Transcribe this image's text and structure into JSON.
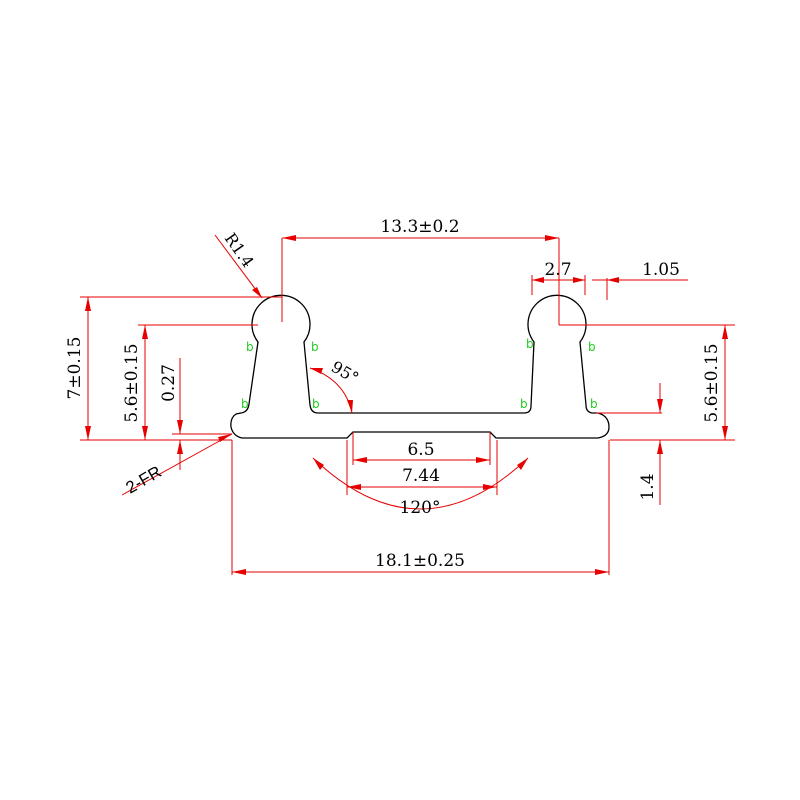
{
  "dimensions": {
    "top_width": "13.3±0.2",
    "radius": "R1.4",
    "slot_width": "2.7",
    "wall": "1.05",
    "left_height": "7±0.15",
    "left_inner_height": "5.6±0.15",
    "base_step": "0.27",
    "right_height": "5.6±0.15",
    "groove_inner": "6.5",
    "groove_outer": "7.44",
    "groove_angle": "120°",
    "total_width": "18.1±0.25",
    "base_thickness": "1.4",
    "wall_angle": "95°",
    "fillet_note": "2-FR"
  },
  "surface_mark": "b",
  "colors": {
    "profile": "#000000",
    "dimension": "#e60000",
    "surface_mark": "#22cc22",
    "background": "#ffffff"
  }
}
